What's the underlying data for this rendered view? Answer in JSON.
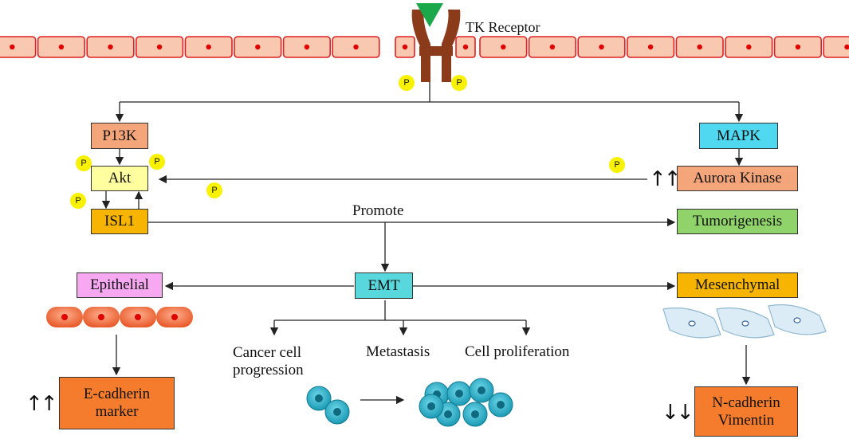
{
  "receptor_label": "TK Receptor",
  "phospho_label": "P",
  "nodes": {
    "pi3k": "P13K",
    "akt": "Akt",
    "isl1": "ISL1",
    "mapk": "MAPK",
    "aurora": "Aurora Kinase",
    "tumorigenesis": "Tumorigenesis",
    "emt": "EMT",
    "epithelial": "Epithelial",
    "mesenchymal": "Mesenchymal",
    "ecadherin": [
      "E-cadherin",
      "marker"
    ],
    "ncadherin": [
      "N-cadherin",
      "Vimentin"
    ]
  },
  "labels": {
    "promote": "Promote",
    "cancer_progression": [
      "Cancer cell",
      "progression"
    ],
    "metastasis": "Metastasis",
    "proliferation": "Cell proliferation"
  },
  "indicators": {
    "up": "↑↑",
    "down": "↓↓"
  },
  "colors": {
    "membrane_fill": "#f8c8b0",
    "membrane_stroke": "#e02020",
    "nucleus": "#e00000",
    "receptor": "#8b3a1a",
    "ligand": "#1aa84a",
    "phospho": "#f8f200",
    "pi3k": "#f4a57a",
    "akt": "#ffffa0",
    "isl1": "#f7b400",
    "mapk": "#4fd8f0",
    "aurora": "#f4a57a",
    "tumorigenesis": "#8fd36a",
    "emt": "#58d8dc",
    "epithelial": "#f6a8f0",
    "mesenchymal": "#f7b400",
    "ecadherin": "#f47c2c",
    "ncadherin": "#f47c2c",
    "epi_cell": "#f06a3a",
    "mes_cell": "#dcecf6",
    "cancer_cell": "#2ab0c8"
  }
}
